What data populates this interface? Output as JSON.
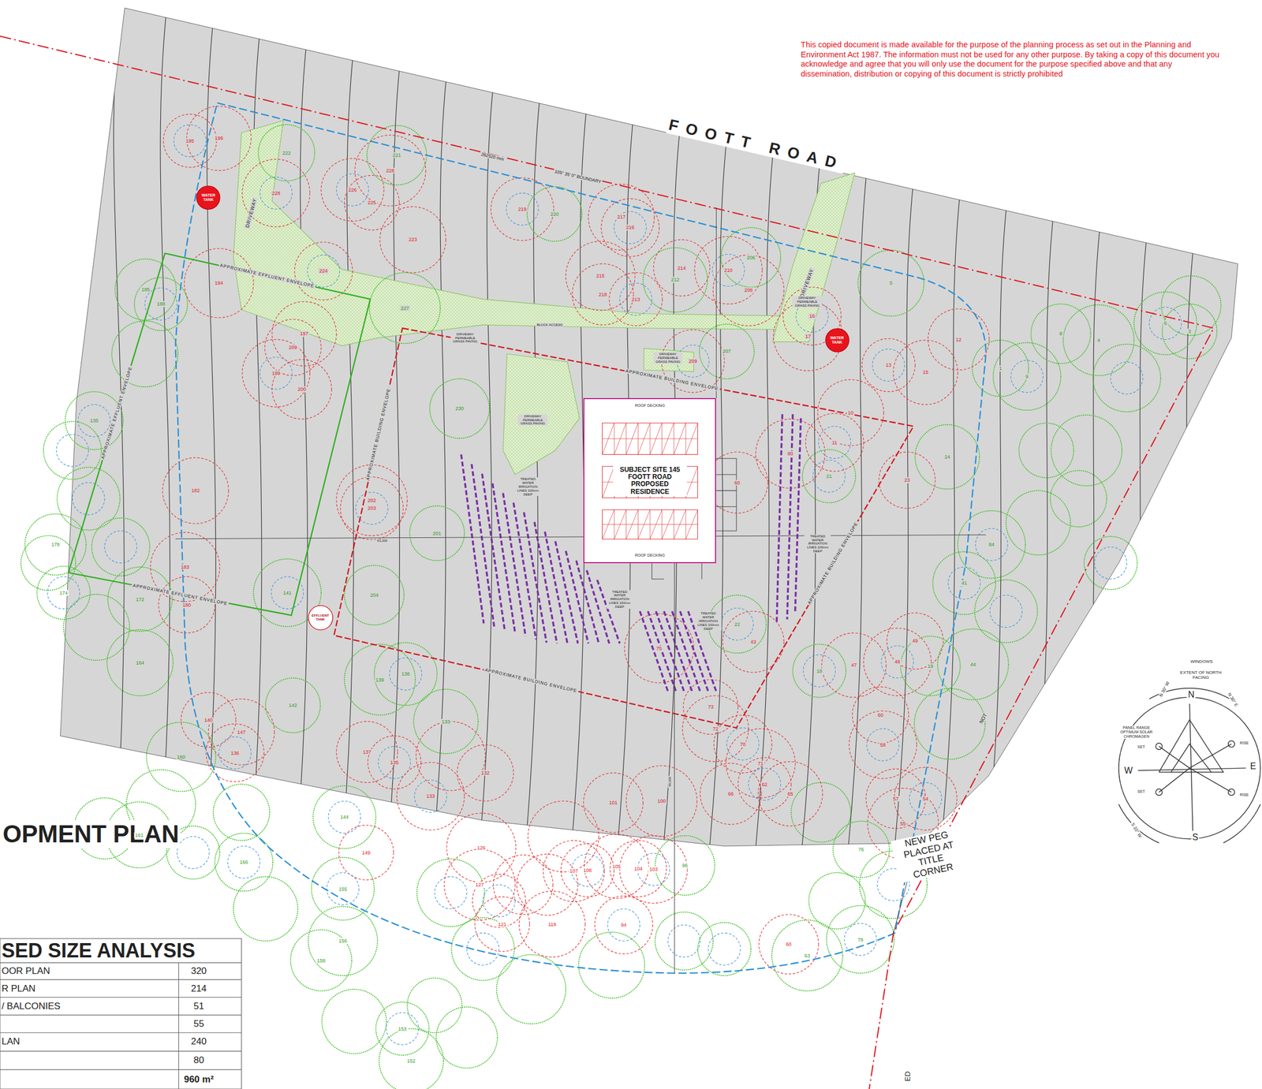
{
  "diagram": {
    "title": "OPMENT PLAN",
    "nodes": [
      {
        "text": [
          "ROOF DECKING",
          "SUBJECT SITE 145 FOOTT ROAD PROPOSED RESIDENCE",
          "ROOF DECKING"
        ]
      },
      {
        "text": [
          "WATER TANK"
        ]
      },
      {
        "text": [
          "WATER TANK"
        ]
      },
      {
        "text": [
          "EFFLUENT TANK"
        ]
      }
    ],
    "labels": [
      "This copied document is made available for the purpose of the planning process as set out in the Planning and Environment Act 1987. The information must not be used for any other purpose. By taking a copy of this document you acknowledge and agree that you will only use the document for the purpose specified above and that any dissemination, distribution or copying of this document is strictly prohibited",
      "FOOTT ROAD",
      "262520 mm",
      "105° 35' 0\" BOUNDARY",
      "DRIVEWAY",
      "DRIVEWAY",
      "APPROXIMATE EFFLUENT ENVELOPE",
      "APPROXIMATE EFFLUENT ENVELOPE",
      "APPROXIMATE EFFLUENT ENVELOPE",
      "APPROXIMATE BUILDING ENVELOPE",
      "APPROXIMATE BUILDING ENVELOPE",
      "APPROXIMATE BUILDING ENVELOPE",
      "APPROXIMATE BUILDING ENVELOPE",
      "DRIVEWAY PERMEABLE GRASS PAVING",
      "DRIVEWAY PERMEABLE GRASS PAVING",
      "DRIVEWAY PERMEABLE GRASS PAVING",
      "DRIVEWAY PERMEABLE GRASS PAVING",
      "BLOCK ACCESS",
      "TREATED WATER IRRIGATION LINES 100mm DEEP",
      "TREATED WATER IRRIGATION LINES 100mm DEEP",
      "TREATED WATER IRRIGATION LINES 100mm DEEP",
      "TREATED WATER IRRIGATION LINES 100mm DEEP",
      "63,200",
      "48,000",
      "NEW PEG PLACED AT TITLE CORNER",
      "NOT",
      "WINDOWS",
      "EXTENT OF NORTH FACING",
      "N",
      "E",
      "S",
      "W",
      "N 30° W",
      "N 30° E",
      "PANEL RANGE OPTIMUM SOLAR CHROMAGEN",
      "SET",
      "RISE",
      "SET",
      "RISE",
      "S 33° W",
      "SED SIZE ANALYSIS",
      "OOR PLAN",
      "320",
      "R PLAN",
      "214",
      "/ BALCONIES",
      "51",
      "55",
      "LAN",
      "240",
      "80",
      "960 m²",
      "ED",
      "195",
      "199",
      "222",
      "228",
      "221",
      "228",
      "226",
      "225",
      "223",
      "224",
      "194",
      "185",
      "188",
      "197",
      "209",
      "199",
      "200",
      "227",
      "219",
      "220",
      "217",
      "216",
      "215",
      "218",
      "213",
      "212",
      "214",
      "210",
      "206",
      "208",
      "209",
      "207",
      "5",
      "16",
      "17",
      "12",
      "13",
      "15",
      "1",
      "9",
      "8",
      "4",
      "6",
      "3",
      "10",
      "11",
      "80",
      "60",
      "21",
      "24",
      "23",
      "84",
      "230",
      "202",
      "203",
      "201",
      "182",
      "135",
      "183",
      "178",
      "174",
      "172",
      "180",
      "141",
      "204",
      "139",
      "136",
      "142",
      "164",
      "22",
      "75",
      "43",
      "18",
      "47",
      "49",
      "48",
      "19",
      "44",
      "41",
      "73",
      "72",
      "70",
      "71",
      "66",
      "62",
      "65",
      "60",
      "58",
      "57",
      "55",
      "54",
      "140",
      "147",
      "136",
      "160",
      "137",
      "135",
      "133",
      "132",
      "133",
      "101",
      "100",
      "144",
      "149",
      "161",
      "166",
      "126",
      "107",
      "108",
      "105",
      "104",
      "103",
      "96",
      "127",
      "155",
      "121",
      "119",
      "94",
      "156",
      "158",
      "153",
      "152",
      "76",
      "78",
      "60",
      "63"
    ]
  }
}
